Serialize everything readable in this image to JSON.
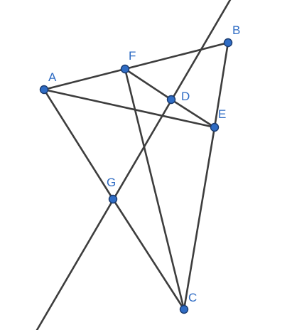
{
  "diagram": {
    "point_color": "#2f6cc4",
    "label_color": "#2f6cc4",
    "line_color": "#3d3d3d",
    "points": [
      {
        "id": "A",
        "label": "A"
      },
      {
        "id": "B",
        "label": "B"
      },
      {
        "id": "C",
        "label": "C"
      },
      {
        "id": "D",
        "label": "D"
      },
      {
        "id": "E",
        "label": "E"
      },
      {
        "id": "F",
        "label": "F"
      },
      {
        "id": "G",
        "label": "G"
      }
    ],
    "segments": [
      [
        "A",
        "F"
      ],
      [
        "F",
        "B"
      ],
      [
        "B",
        "E"
      ],
      [
        "E",
        "C"
      ],
      [
        "A",
        "E"
      ],
      [
        "A",
        "G"
      ],
      [
        "G",
        "C"
      ],
      [
        "F",
        "D"
      ],
      [
        "D",
        "E"
      ],
      [
        "F",
        "C"
      ]
    ],
    "lines": [
      {
        "through": [
          "G",
          "D"
        ],
        "extended": true
      }
    ]
  }
}
